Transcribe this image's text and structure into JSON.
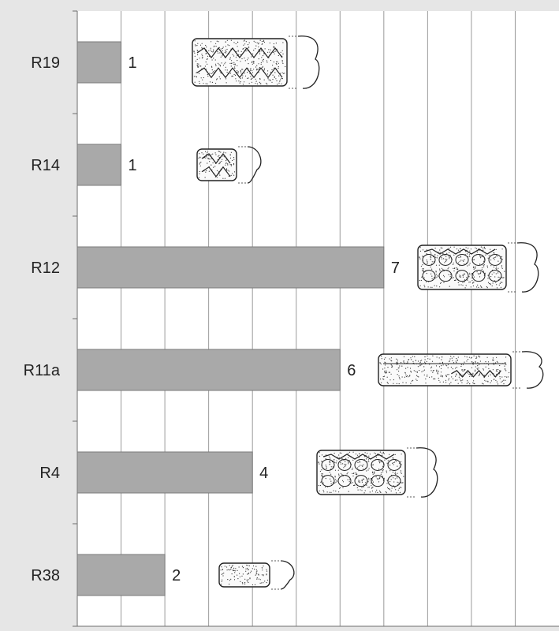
{
  "chart_data": {
    "type": "bar",
    "orientation": "horizontal",
    "categories": [
      "R19",
      "R14",
      "R12",
      "R11a",
      "R4",
      "R38"
    ],
    "values": [
      1,
      1,
      7,
      6,
      4,
      2
    ],
    "xlim": [
      0,
      11
    ],
    "grid": "vertical",
    "bar_color": "#a9a9a9",
    "sherd_drawings": [
      "rim sherd with zigzag decoration and profile",
      "small rim fragment with zigzag and profile",
      "rim sherd with impressed oval decoration and profile",
      "rim sherd with wavy line decoration and profile",
      "rim sherd with impressed oval decoration and profile",
      "plain rim sherd with profile"
    ]
  },
  "colors": {
    "background": "#e6e6e6",
    "plot_area": "#ffffff",
    "grid": "#9a9a9a",
    "bar": "#a9a9a9"
  }
}
